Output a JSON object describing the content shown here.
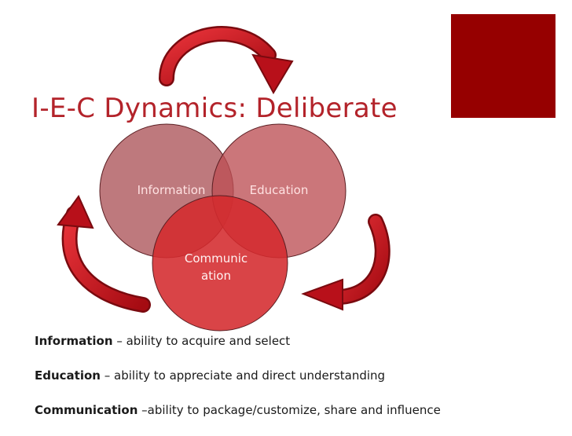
{
  "slide": {
    "title": "I-E-C Dynamics: Deliberate",
    "accent_color": "#960000",
    "title_color": "#b3232a"
  },
  "diagram": {
    "circles": [
      {
        "label": "Information",
        "fill": "#b05b60"
      },
      {
        "label": "Education",
        "fill": "#bd4f55"
      },
      {
        "label": "Communic ation",
        "fill": "#d42a2e"
      }
    ],
    "arrow_color": "#c8141c",
    "arrow_icon": "curved-arrow-icon"
  },
  "definitions": [
    {
      "term": "Information",
      "text": " – ability to acquire and select"
    },
    {
      "term": "Education",
      "text": " – ability to appreciate and direct understanding"
    },
    {
      "term": "Communication",
      "text": " –ability to package/customize, share and influence"
    }
  ]
}
